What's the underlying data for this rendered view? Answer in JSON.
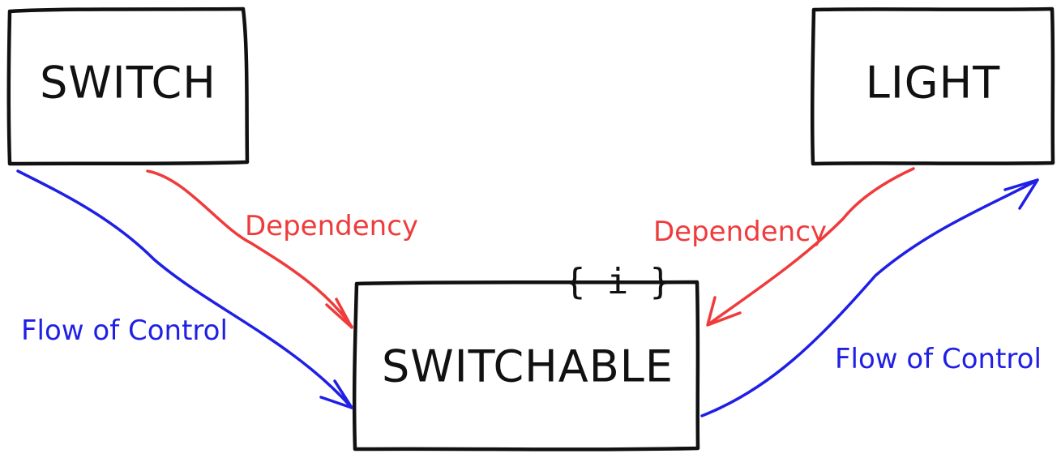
{
  "diagram": {
    "nodes": {
      "switch": {
        "label": "SWITCH"
      },
      "light": {
        "label": "LIGHT"
      },
      "switchable": {
        "label": "SWITCHABLE",
        "marker": "{ i }"
      }
    },
    "edges": {
      "switch_dependency": {
        "label": "Dependency",
        "color": "#ef3b3b",
        "from": "SWITCH",
        "to": "SWITCHABLE"
      },
      "switch_flow": {
        "label": "Flow of Control",
        "color": "#1f1fe6",
        "from": "SWITCH",
        "to": "SWITCHABLE"
      },
      "light_dependency": {
        "label": "Dependency",
        "color": "#ef3b3b",
        "from": "LIGHT",
        "to": "SWITCHABLE"
      },
      "light_flow": {
        "label": "Flow of Control",
        "color": "#1f1fe6",
        "from": "SWITCHABLE",
        "to": "LIGHT"
      }
    }
  }
}
